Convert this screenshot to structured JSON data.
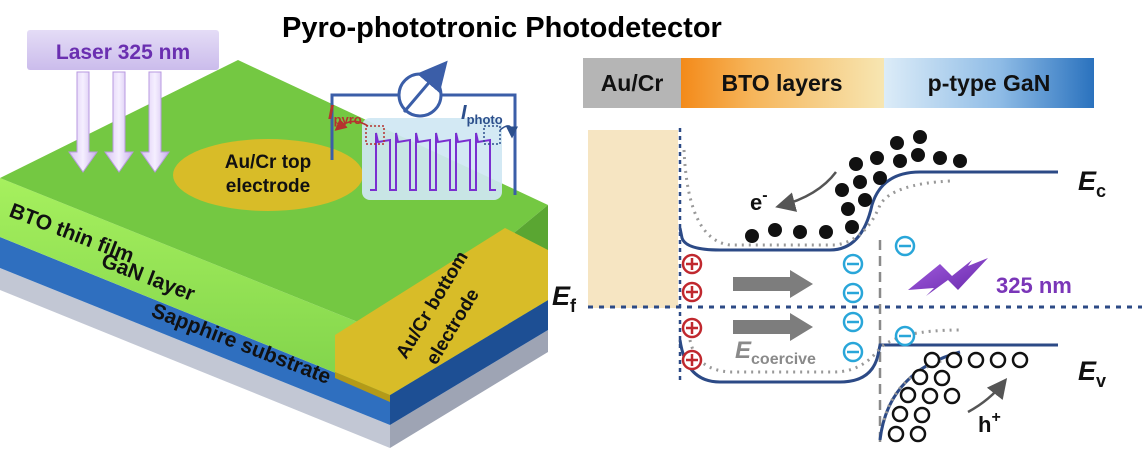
{
  "title": "Pyro-phototronic Photodetector",
  "device": {
    "laser_label": "Laser 325 nm",
    "top_electrode_line1": "Au/Cr top",
    "top_electrode_line2": "electrode",
    "bto_layer": "BTO thin film",
    "gan_layer": "GaN layer",
    "substrate": "Sapphire substrate",
    "bottom_electrode_line1": "Au/Cr  bottom",
    "bottom_electrode_line2": "electrode",
    "i_pyro_main": "I",
    "i_pyro_sub": "pyro",
    "i_photo_main": "I",
    "i_photo_sub": "photo"
  },
  "band": {
    "au_cr": "Au/Cr",
    "bto_layers": "BTO layers",
    "p_gan": "p-type GaN",
    "ef_main": "E",
    "ef_sub": "f",
    "ec_main": "E",
    "ec_sub": "c",
    "ev_main": "E",
    "ev_sub": "v",
    "electron_main": "e",
    "electron_sup": "-",
    "hole_main": "h",
    "hole_sup": "+",
    "wavelength": "325 nm",
    "ecoercive_main": "E",
    "ecoercive_sub": "coercive"
  },
  "colors": {
    "bto_green": "#8fdc50",
    "gan_blue": "#2f6fbf",
    "substrate_gray": "#b6bccb",
    "electrode_gold": "#d8bc28",
    "band_line": "#2c4a86",
    "positive_red": "#c0282e",
    "negative_cyan": "#29a6d9",
    "laser_purple": "#7a36b8",
    "pyro_red": "#b5322f",
    "photo_blue": "#2c4f8c"
  }
}
